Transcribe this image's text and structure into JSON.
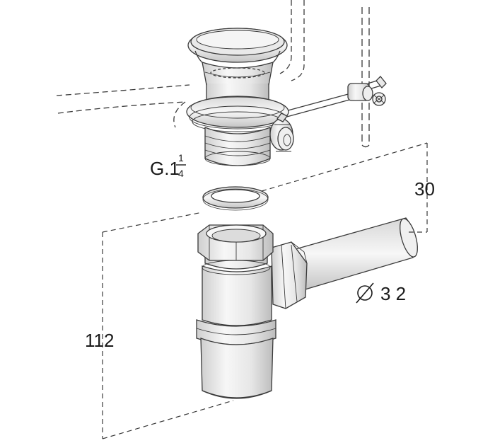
{
  "diagram": {
    "thread_label_main": "G.1",
    "thread_fraction_num": "1",
    "thread_fraction_den": "4",
    "dim_height_label": "112",
    "dim_offset_label": "30",
    "diameter_symbol": "⌀",
    "diameter_value": "3 2"
  },
  "colors": {
    "stroke": "#3a3a3a",
    "fill_light": "#f4f4f4",
    "fill_shade": "#d9d9d9",
    "text": "#1a1a1a"
  }
}
